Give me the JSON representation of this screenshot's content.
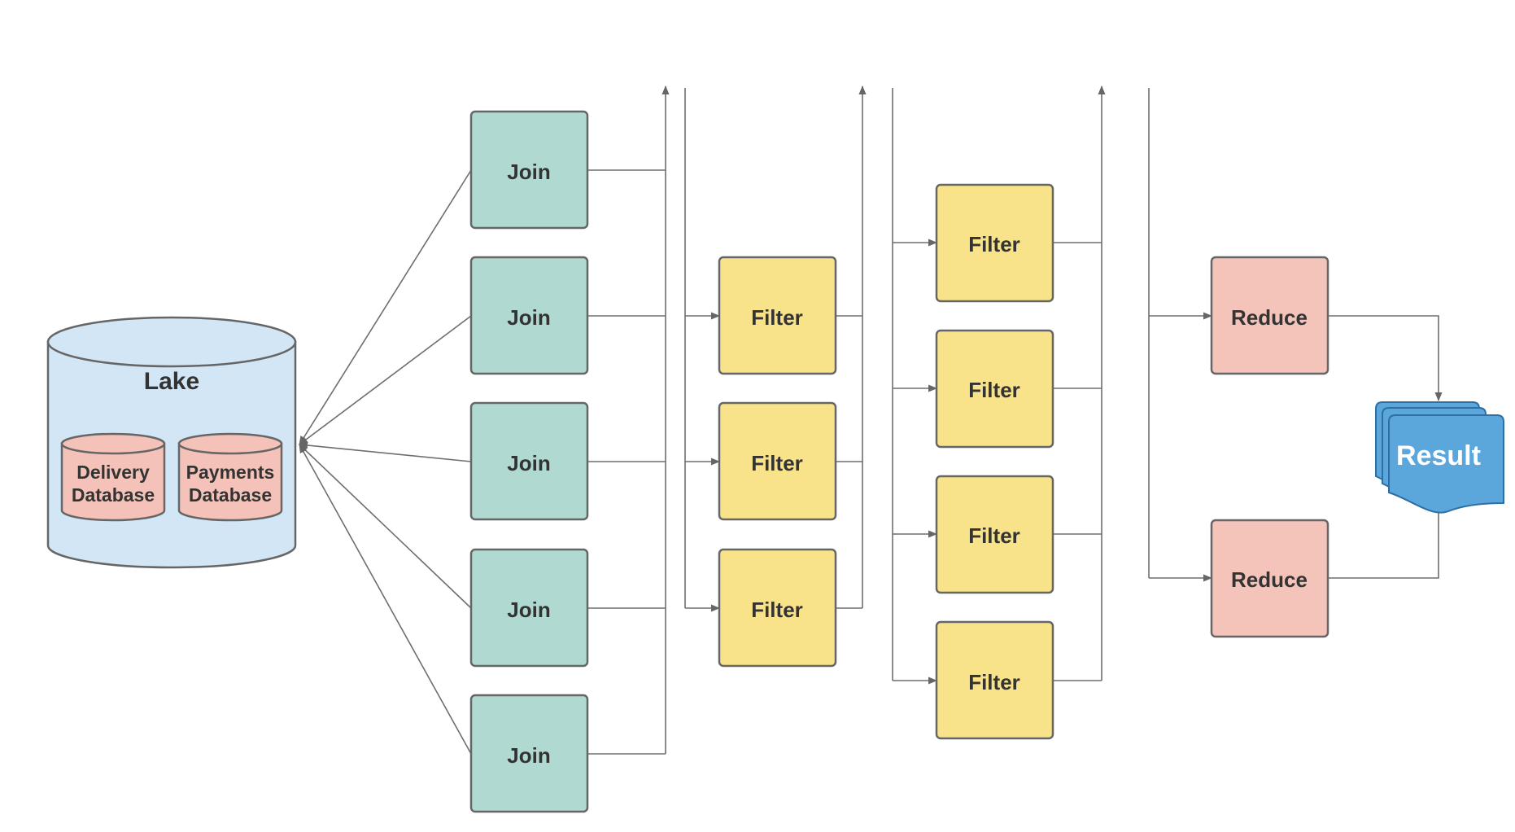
{
  "colors": {
    "lake": "#d2e6f6",
    "database": "#f4c2b8",
    "join": "#b0d9d1",
    "filter": "#f8e38a",
    "reduce": "#f4c4bb",
    "result": "#5ba7dc",
    "result_text": "#ffffff",
    "outline": "#666666",
    "edge": "#6e6e6e"
  },
  "lake": {
    "label": "Lake",
    "databases": [
      {
        "line1": "Delivery",
        "line2": "Database"
      },
      {
        "line1": "Payments",
        "line2": "Database"
      }
    ]
  },
  "joins": [
    "Join",
    "Join",
    "Join",
    "Join",
    "Join"
  ],
  "filters_stage1": [
    "Filter",
    "Filter",
    "Filter"
  ],
  "filters_stage2": [
    "Filter",
    "Filter",
    "Filter",
    "Filter"
  ],
  "reduces": [
    "Reduce",
    "Reduce"
  ],
  "result": {
    "label": "Result"
  }
}
